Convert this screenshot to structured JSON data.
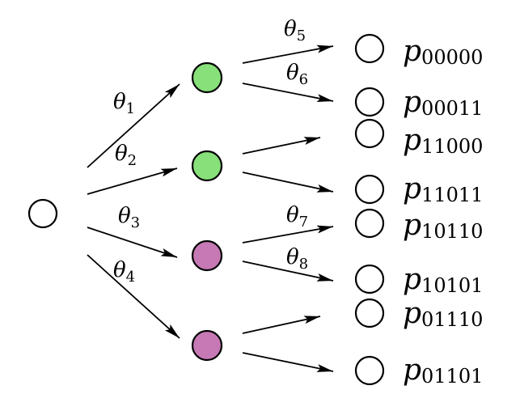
{
  "colors": {
    "root": "#ffffff",
    "green": "#88e07a",
    "purple": "#c679b4",
    "leaf": "#ffffff",
    "stroke": "#000000"
  },
  "root": {
    "name": "root-node",
    "color_key": "root"
  },
  "mid_nodes": [
    {
      "name": "mid-node-1",
      "color_key": "green"
    },
    {
      "name": "mid-node-2",
      "color_key": "green"
    },
    {
      "name": "mid-node-3",
      "color_key": "purple"
    },
    {
      "name": "mid-node-4",
      "color_key": "purple"
    }
  ],
  "theta_labels": [
    {
      "base": "θ",
      "sub": "1"
    },
    {
      "base": "θ",
      "sub": "2"
    },
    {
      "base": "θ",
      "sub": "3"
    },
    {
      "base": "θ",
      "sub": "4"
    },
    {
      "base": "θ",
      "sub": "5"
    },
    {
      "base": "θ",
      "sub": "6"
    },
    {
      "base": "θ",
      "sub": "7"
    },
    {
      "base": "θ",
      "sub": "8"
    }
  ],
  "leaves": [
    {
      "base": "p",
      "sub": "00000"
    },
    {
      "base": "p",
      "sub": "00011"
    },
    {
      "base": "p",
      "sub": "11000"
    },
    {
      "base": "p",
      "sub": "11011"
    },
    {
      "base": "p",
      "sub": "10110"
    },
    {
      "base": "p",
      "sub": "10101"
    },
    {
      "base": "p",
      "sub": "01110"
    },
    {
      "base": "p",
      "sub": "01101"
    }
  ]
}
